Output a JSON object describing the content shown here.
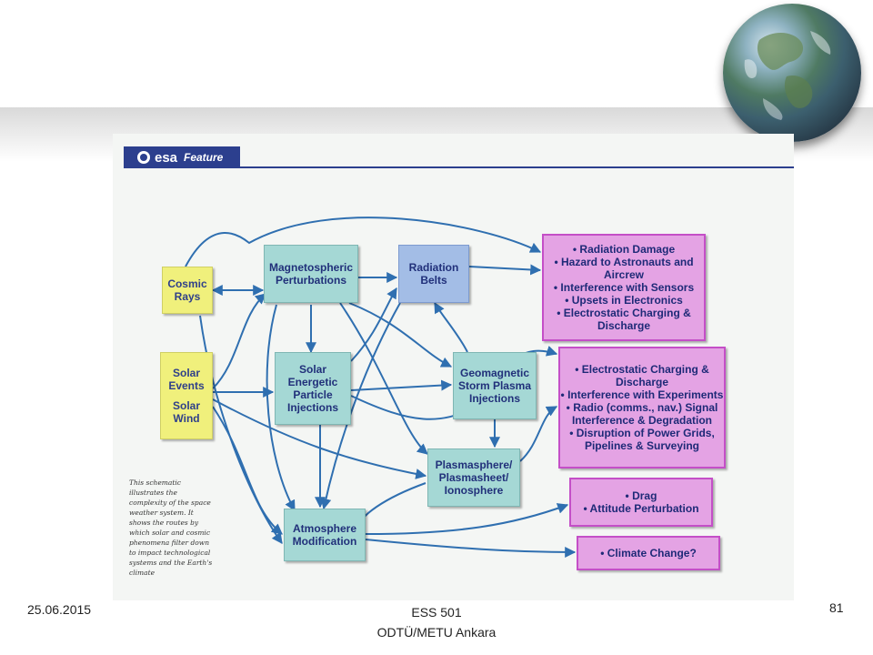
{
  "header": {
    "logo_text": "esa",
    "feature_label": "Feature"
  },
  "sources": {
    "cosmic": "Cosmic Rays",
    "solar_events": "Solar Events",
    "solar_wind": "Solar Wind"
  },
  "nodes": {
    "magneto": "Magnetospheric Perturbations",
    "radiation": "Radiation Belts",
    "sep": "Solar Energetic Particle Injections",
    "geomag": "Geomagnetic Storm Plasma Injections",
    "plasma": "Plasmasphere/ Plasmasheet/ Ionosphere",
    "atmos": "Atmosphere Modification"
  },
  "effects": {
    "group1": [
      "Radiation Damage",
      "Hazard to Astronauts and Aircrew",
      "Interference with Sensors",
      "Upsets in Electronics",
      "Electrostatic Charging & Discharge"
    ],
    "group2": [
      "Electrostatic Charging & Discharge",
      "Interference with Experiments",
      "Radio (comms., nav.) Signal Interference & Degradation",
      "Disruption of Power Grids, Pipelines & Surveying"
    ],
    "group3": [
      "Drag",
      "Attitude Perturbation"
    ],
    "group4": [
      "Climate Change?"
    ]
  },
  "caption": "This schematic illustrates the complexity of the space weather system. It shows the routes by which solar and cosmic phenomena filter down to impact technological systems and the Earth's climate",
  "footer": {
    "date": "25.06.2015",
    "course": "ESS 501",
    "institution": "ODTÜ/METU Ankara",
    "slide_number": "81"
  },
  "colors": {
    "source_box": "#f0f07c",
    "process_box": "#a5d8d5",
    "belt_box": "#a3bde6",
    "effect_box": "#e4a3e4",
    "arrow": "#2f6fb0"
  }
}
